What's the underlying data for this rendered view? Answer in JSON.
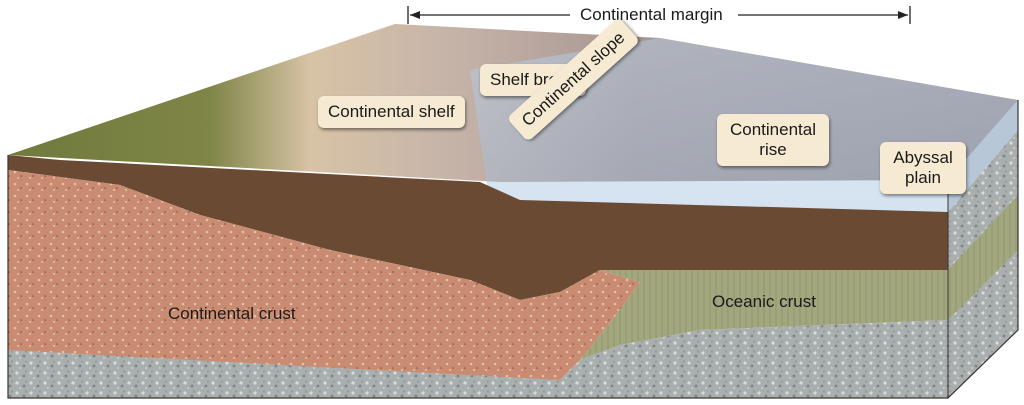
{
  "labels": {
    "continental_margin": "Continental margin",
    "continental_shelf": "Continental shelf",
    "shelf_break": "Shelf break",
    "continental_slope": "Continental slope",
    "continental_rise_line1": "Continental",
    "continental_rise_line2": "rise",
    "abyssal_plain_line1": "Abyssal",
    "abyssal_plain_line2": "plain",
    "continental_crust": "Continental crust",
    "oceanic_crust": "Oceanic crust"
  },
  "colors": {
    "land_green": "#6f7a3c",
    "beach_sand": "#d8c3a6",
    "shelf_floor": "#b7a39a",
    "ocean_water": "#a9c6e3",
    "sediment_brown": "#6b4a33",
    "continental_crust": "#c98c72",
    "oceanic_crust": "#a3a77e",
    "mantle_gravel": "#a9afae",
    "label_fill": "#f7ead2"
  }
}
